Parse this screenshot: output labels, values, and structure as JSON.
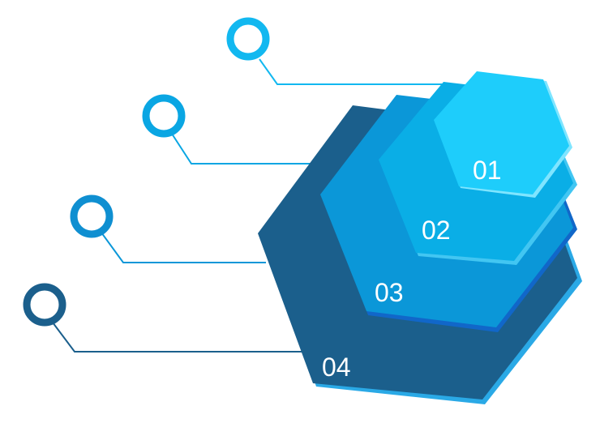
{
  "diagram": {
    "layers": [
      {
        "id": "04",
        "label": "04",
        "color": "#1b5f8c",
        "rim": "#2aa9e6",
        "connector": "#1b5f8c",
        "node_color": "#1b5f8c"
      },
      {
        "id": "03",
        "label": "03",
        "color": "#0b97d8",
        "rim": "#1167c9",
        "connector": "#0b97d8",
        "node_color": "#0f8fd1"
      },
      {
        "id": "02",
        "label": "02",
        "color": "#0aaee6",
        "rim": "#42c6f2",
        "connector": "#0aa6e3",
        "node_color": "#0aa6e3"
      },
      {
        "id": "01",
        "label": "01",
        "color": "#1ecdfb",
        "rim": "#7fe5ff",
        "connector": "#12b8f0",
        "node_color": "#12b8f0"
      }
    ]
  }
}
